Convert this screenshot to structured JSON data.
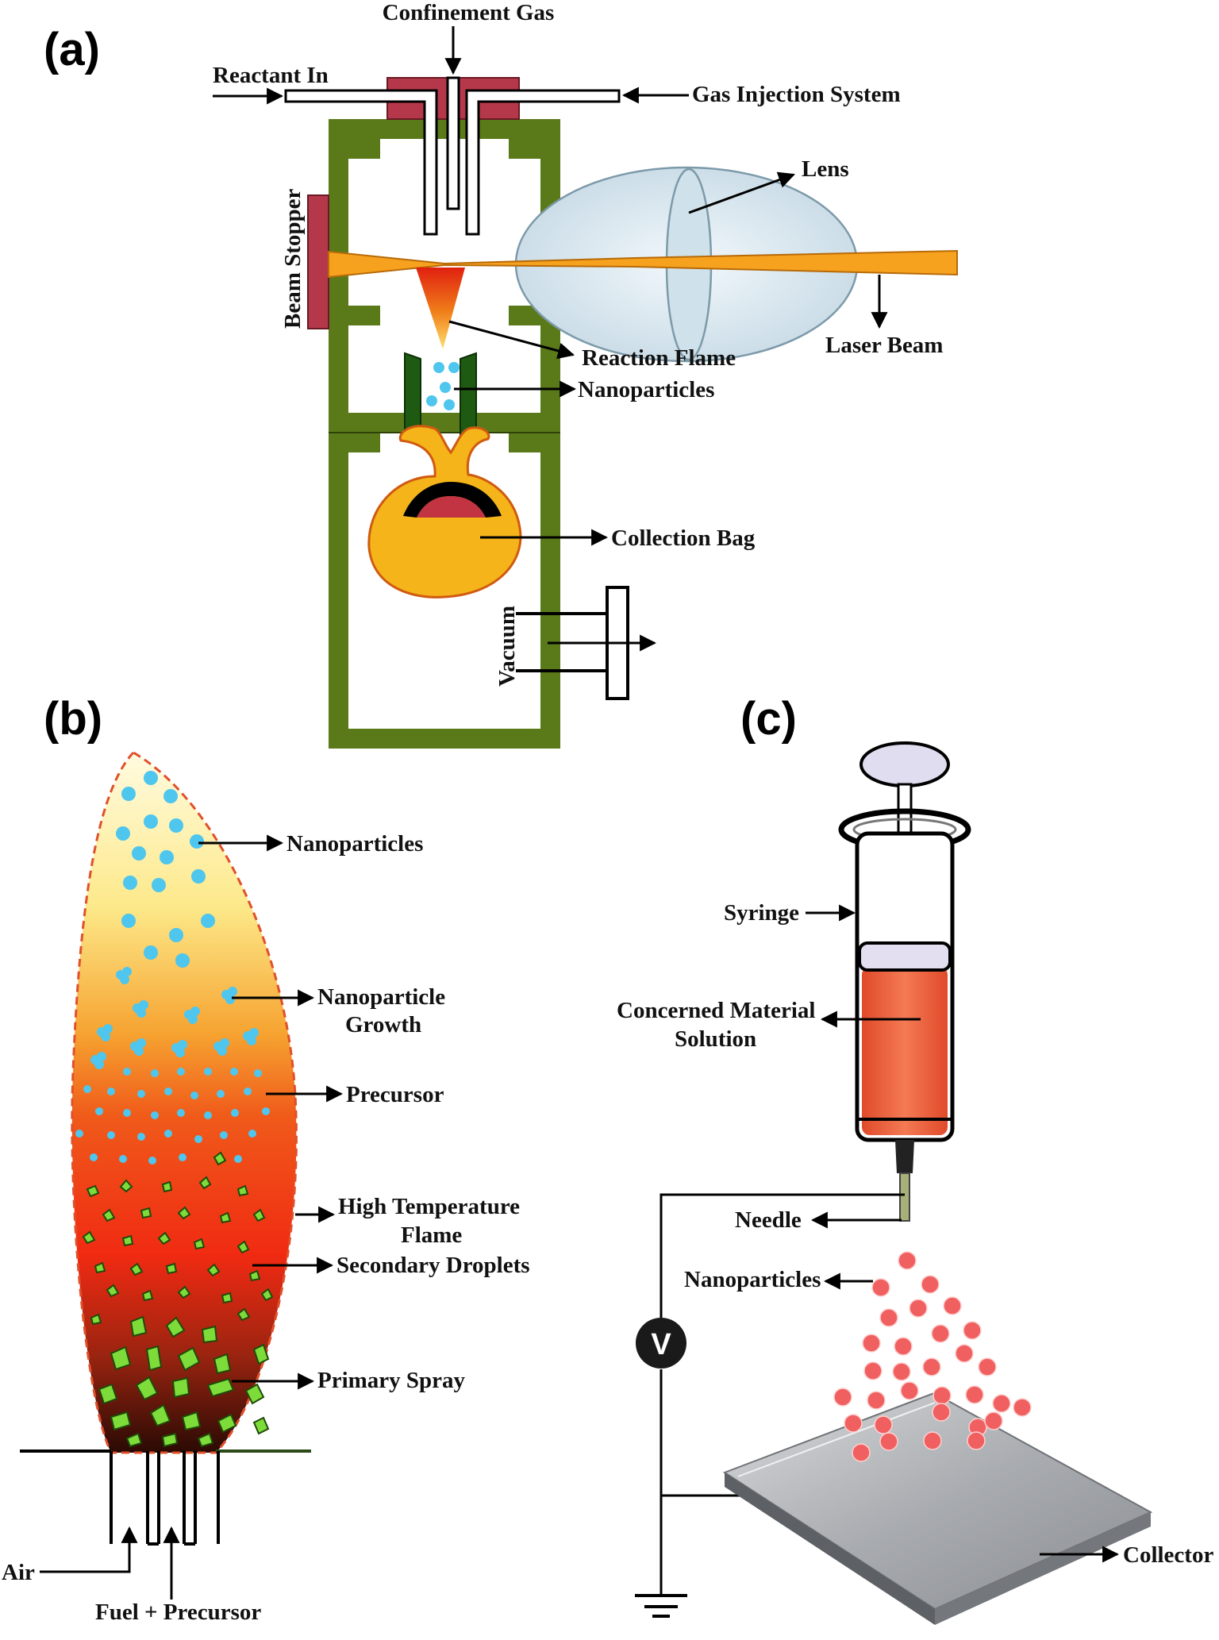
{
  "panel_a": {
    "letter": "(a)",
    "labels": {
      "confinement_gas": "Confinement Gas",
      "reactant_in": "Reactant In",
      "gas_injection": "Gas Injection System",
      "lens": "Lens",
      "beam_stopper": "Beam Stopper",
      "laser_beam": "Laser Beam",
      "reaction_flame": "Reaction Flame",
      "nanoparticles": "Nanoparticles",
      "collection_bag": "Collection Bag",
      "vacuum": "Vacuum"
    }
  },
  "panel_b": {
    "letter": "(b)",
    "labels": {
      "nanoparticles": "Nanoparticles",
      "growth_line1": "Nanoparticle",
      "growth_line2": "Growth",
      "precursor": "Precursor",
      "htf_line1": "High Temperature",
      "htf_line2": "Flame",
      "secondary": "Secondary Droplets",
      "primary": "Primary Spray",
      "air": "Air",
      "fuel": "Fuel + Precursor"
    }
  },
  "panel_c": {
    "letter": "(c)",
    "labels": {
      "syringe": "Syringe",
      "solution_line1": "Concerned Material",
      "solution_line2": "Solution",
      "needle": "Needle",
      "nanoparticles": "Nanoparticles",
      "collector": "Collector",
      "voltmeter": "V"
    }
  },
  "colors": {
    "chamber": "#5a7a1a",
    "flange": "#b5384a",
    "laser": "#f6a21e",
    "bag": "#f4b41a",
    "particle": "#4ec6ee",
    "droplet": "#7ddc3a",
    "solution": "#f0603c",
    "dot": "#f06060"
  }
}
